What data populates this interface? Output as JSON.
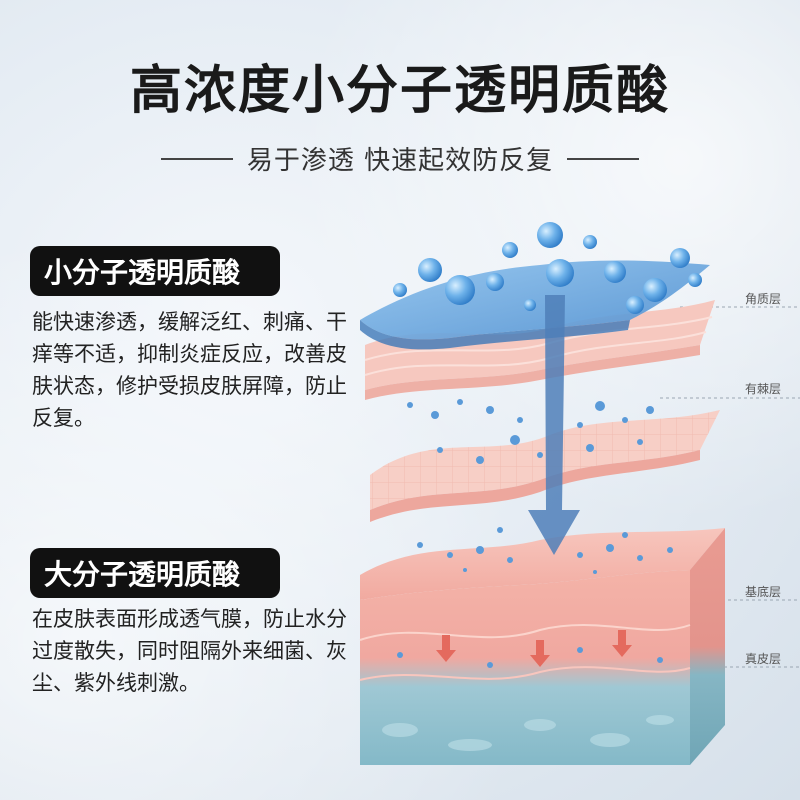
{
  "header": {
    "title": "高浓度小分子透明质酸",
    "subtitle": "易于渗透 快速起效防反复"
  },
  "sections": [
    {
      "heading": "小分子透明质酸",
      "description": "能快速渗透，缓解泛红、刺痛、干痒等不适，抑制炎症反应，改善皮肤状态，修护受损皮肤屏障，防止反复。"
    },
    {
      "heading": "大分子透明质酸",
      "description": "在皮肤表面形成透气膜，防止水分过度散失，同时阻隔外来细菌、灰尘、紫外线刺激。"
    }
  ],
  "layer_labels": {
    "stratum_corneum": "角质层",
    "spinous_layer": "有棘层",
    "basal_layer": "基底层",
    "dermis": "真皮层"
  },
  "colors": {
    "badge_bg": "#111111",
    "film_blue": "#5b9ad6",
    "skin_pink": "#f3b8b0",
    "dermis_teal": "#8ec3cf",
    "molecule_blue": "#4a90d9",
    "arrow_blue": "#4f7fb8"
  }
}
